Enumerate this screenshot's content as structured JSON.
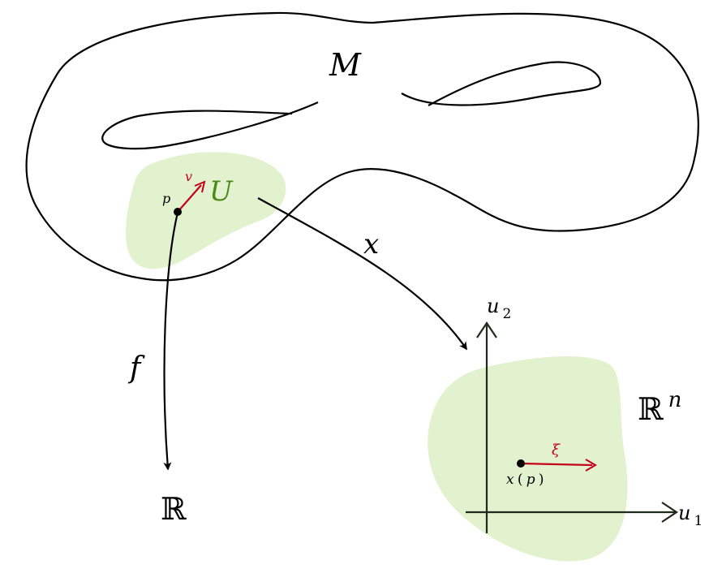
{
  "colors": {
    "stroke": "#000000",
    "region_fill": "#e2f2cf",
    "vector": "#c4001b",
    "region_label": "#4a8a16",
    "axis": "#1f2a1b"
  },
  "labels": {
    "manifold": "M",
    "open_set": "U",
    "point": "p",
    "tangent_vector": "v",
    "chart_map": "x",
    "function_map": "f",
    "reals": "ℝ",
    "euclidean_base": "ℝ",
    "euclidean_exponent": "n",
    "axis_vertical_base": "u",
    "axis_vertical_sub": "2",
    "axis_horizontal_base": "u",
    "axis_horizontal_sub": "1",
    "image_point_x": "x",
    "image_point_open": "(",
    "image_point_p": "p",
    "image_point_close": ")",
    "image_vector": "ξ"
  }
}
